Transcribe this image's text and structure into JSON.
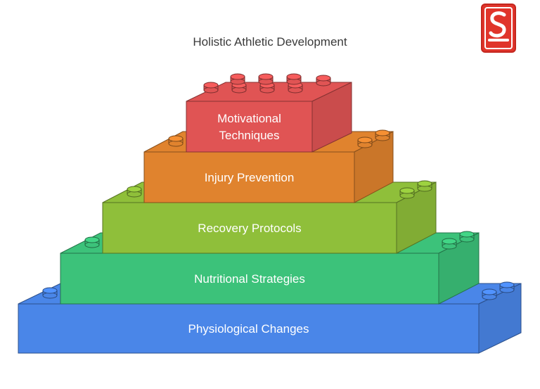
{
  "title": "Holistic Athletic Development",
  "blocks": [
    {
      "id": "physiological",
      "lines": [
        "Physiological Changes"
      ],
      "color": "#4a86e8"
    },
    {
      "id": "nutritional",
      "lines": [
        "Nutritional Strategies"
      ],
      "color": "#3cc27a"
    },
    {
      "id": "recovery",
      "lines": [
        "Recovery Protocols"
      ],
      "color": "#8fbf3a"
    },
    {
      "id": "injury",
      "lines": [
        "Injury Prevention"
      ],
      "color": "#e0832e"
    },
    {
      "id": "motivational",
      "lines": [
        "Motivational",
        "Techniques"
      ],
      "color": "#e05454"
    }
  ],
  "logo": {
    "icon": "s-logo-icon",
    "color": "#e0352b"
  }
}
